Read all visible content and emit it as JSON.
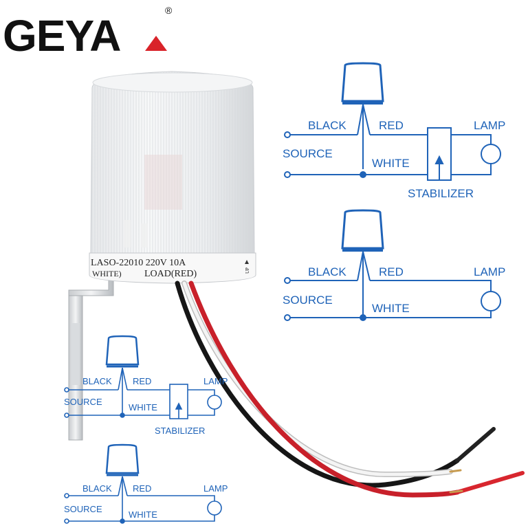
{
  "brand": {
    "name": "GEYA",
    "registered_mark": "®",
    "accent_color": "#d9232a",
    "text_color": "#111111"
  },
  "product": {
    "label_line1": "LASO-22010  220V  10A",
    "label_line2_left": "WHITE)",
    "label_line2_right": "LOAD(RED)",
    "arrow_label": "UP",
    "wire_colors": [
      "#111111",
      "#f2f2f2",
      "#c8202a"
    ]
  },
  "diagram_color": "#1f63b8",
  "diagrams": [
    {
      "id": "large-with-stabilizer",
      "labels": {
        "black": "BLACK",
        "red": "RED",
        "lamp": "LAMP",
        "source": "SOURCE",
        "white": "WHITE",
        "stabilizer": "STABILIZER"
      }
    },
    {
      "id": "large-direct",
      "labels": {
        "black": "BLACK",
        "red": "RED",
        "lamp": "LAMP",
        "source": "SOURCE",
        "white": "WHITE"
      }
    },
    {
      "id": "small-with-stabilizer",
      "labels": {
        "black": "BLACK",
        "red": "RED",
        "lamp": "LAMP",
        "source": "SOURCE",
        "white": "WHITE",
        "stabilizer": "STABILIZER"
      }
    },
    {
      "id": "small-direct",
      "labels": {
        "black": "BLACK",
        "red": "RED",
        "lamp": "LAMP",
        "source": "SOURCE",
        "white": "WHITE"
      }
    }
  ]
}
